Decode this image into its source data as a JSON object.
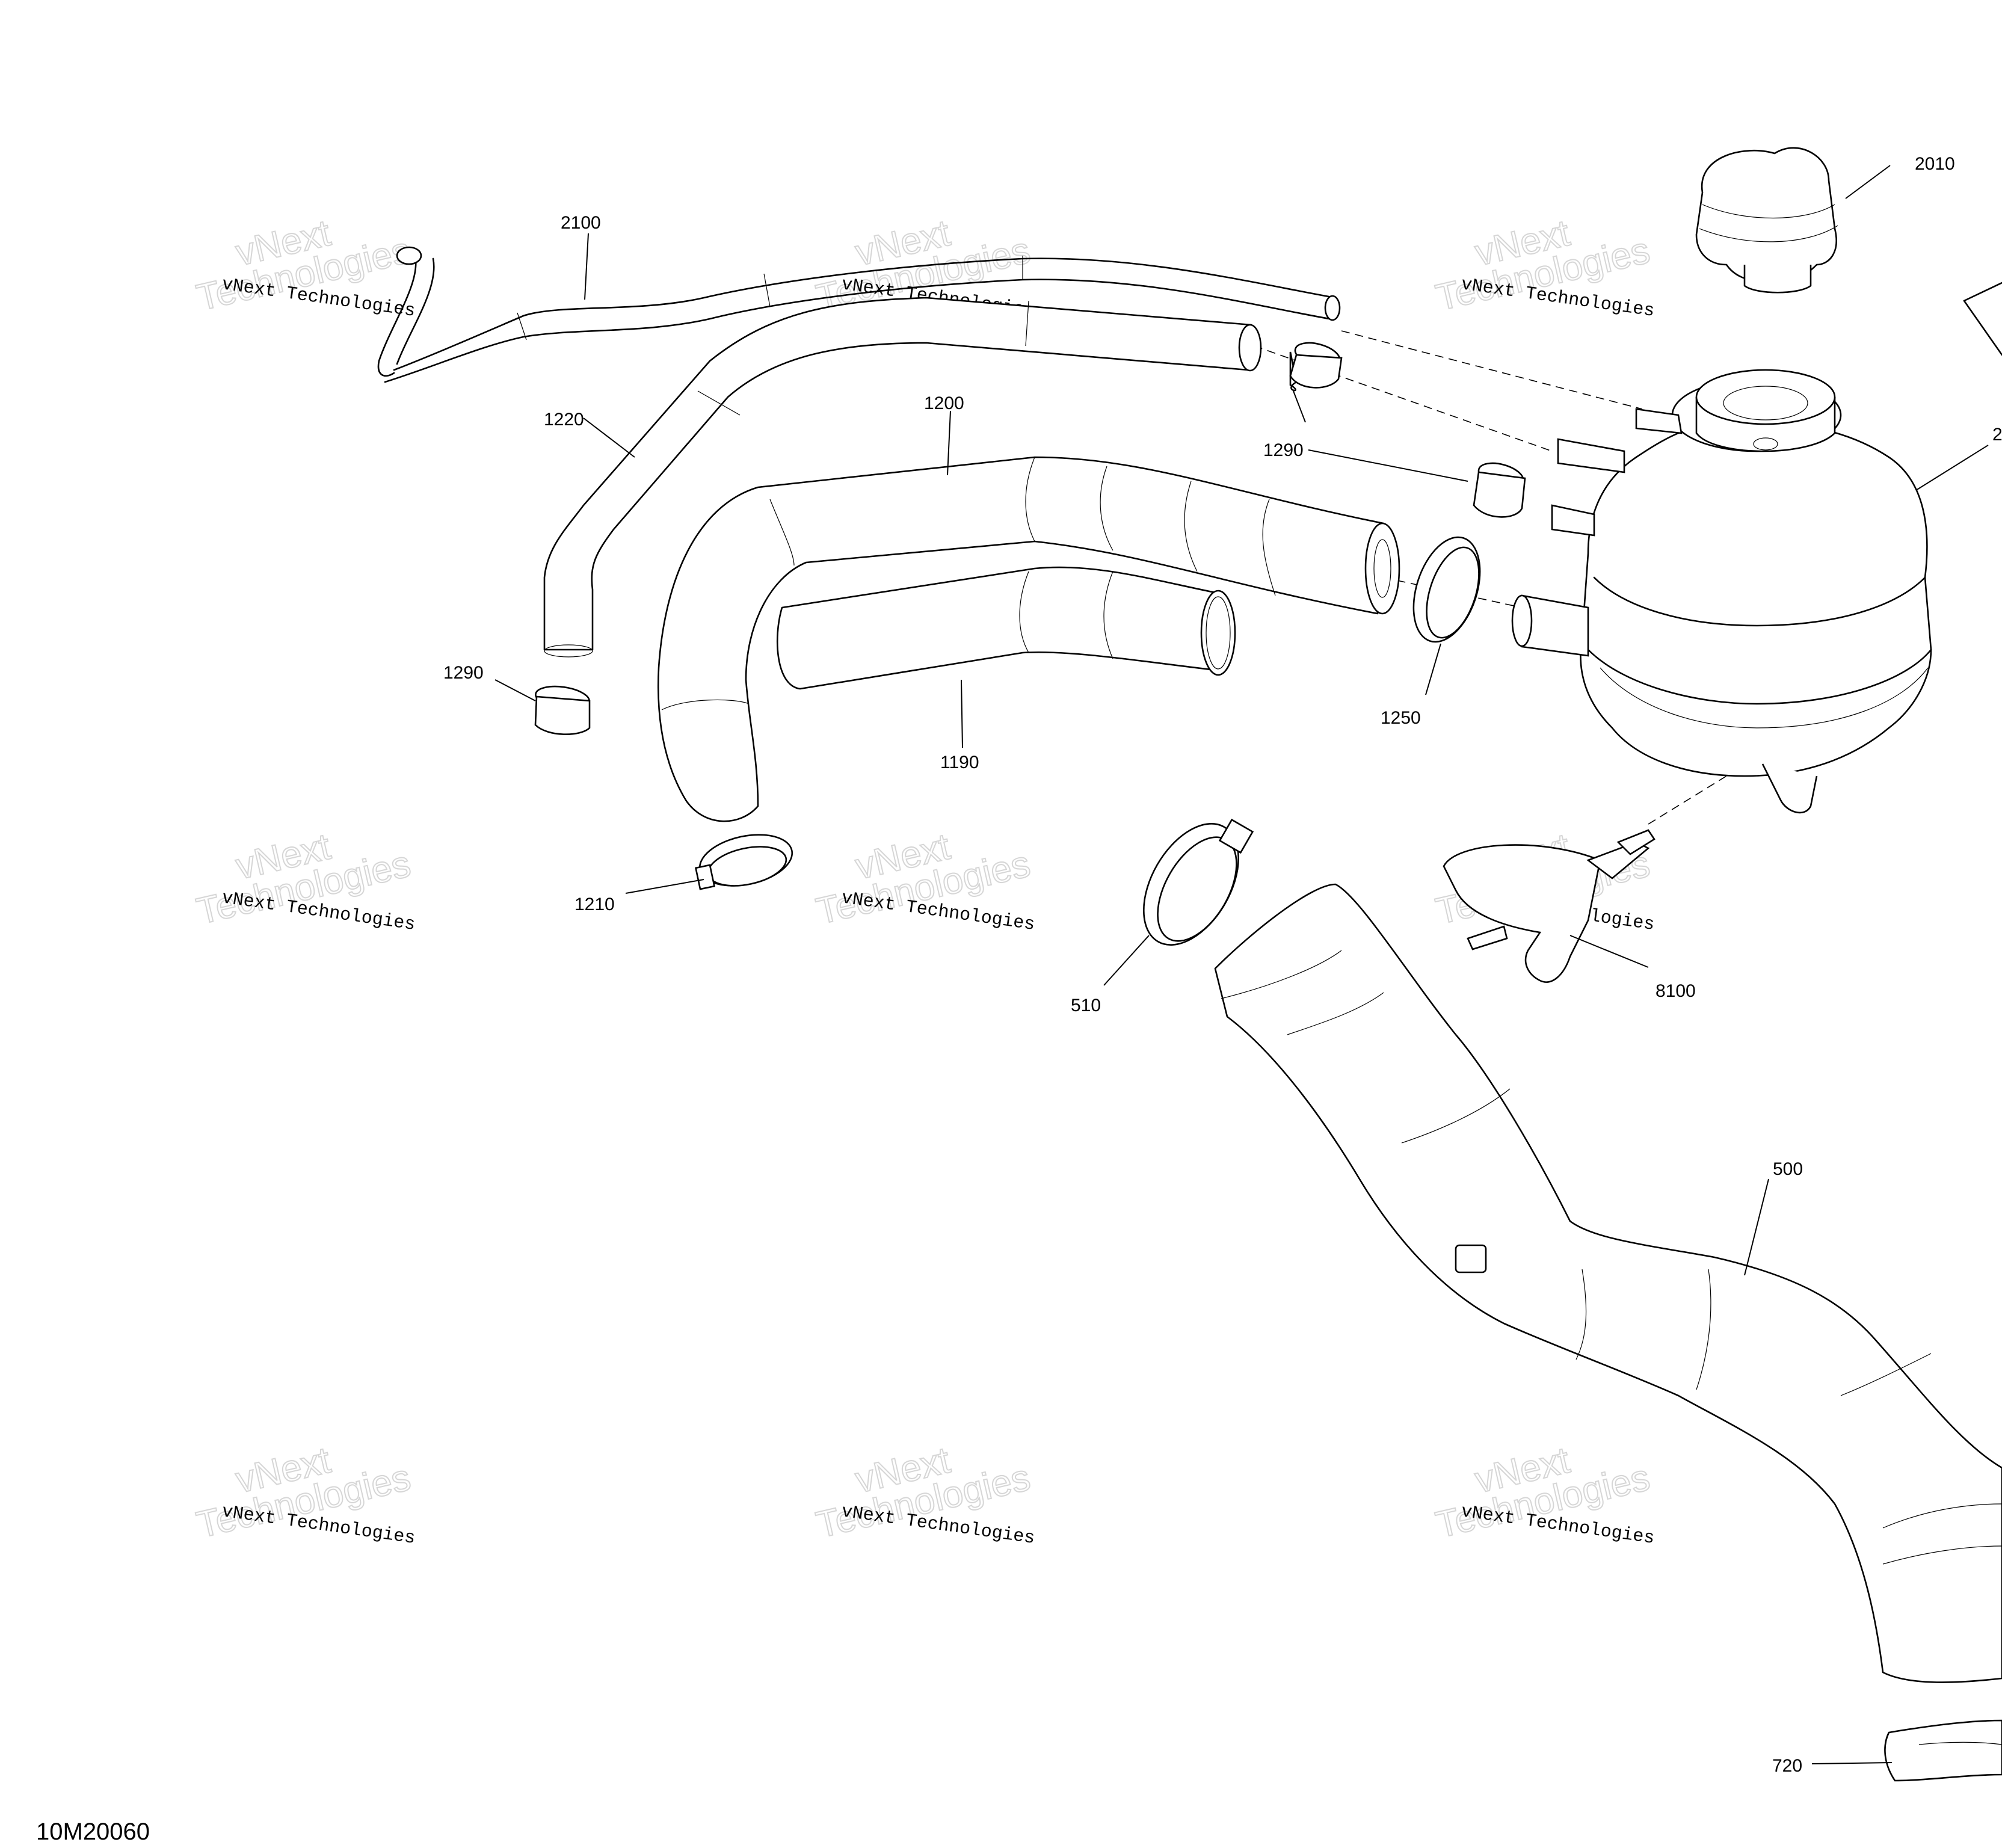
{
  "diagram": {
    "code": "10M20060",
    "watermark": {
      "name": "vNext Technologies",
      "line1": "vNext",
      "line2": "Technologies"
    },
    "callouts": [
      {
        "id": "2100",
        "label": "2100"
      },
      {
        "id": "2010",
        "label": "2010"
      },
      {
        "id": "1220",
        "label": "1220"
      },
      {
        "id": "1200",
        "label": "1200"
      },
      {
        "id": "1290a",
        "label": "1290"
      },
      {
        "id": "1290b",
        "label": "1290"
      },
      {
        "id": "1250",
        "label": "1250"
      },
      {
        "id": "1190",
        "label": "1190"
      },
      {
        "id": "1210",
        "label": "1210"
      },
      {
        "id": "510",
        "label": "510"
      },
      {
        "id": "8100",
        "label": "8100"
      },
      {
        "id": "500",
        "label": "500"
      },
      {
        "id": "720",
        "label": "720"
      },
      {
        "id": "tank-cut",
        "label": "2"
      }
    ]
  }
}
